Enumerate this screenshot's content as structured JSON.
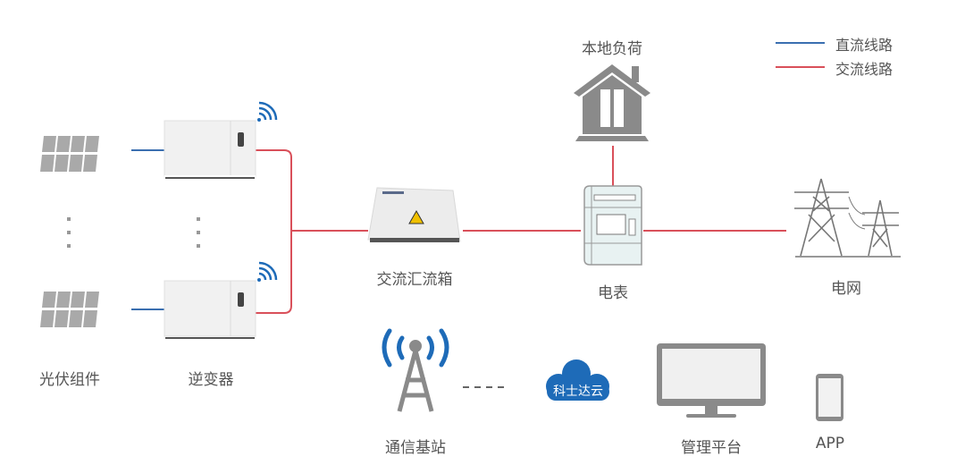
{
  "colors": {
    "dc_line": "#3a6fb0",
    "ac_line": "#d9505a",
    "icon_gray": "#8a8a8a",
    "accent_blue": "#1e6bb8",
    "text": "#555555"
  },
  "legend": {
    "dc_label": "直流线路",
    "ac_label": "交流线路"
  },
  "nodes": {
    "pv": "光伏组件",
    "inverter": "逆变器",
    "ac_combiner": "交流汇流箱",
    "local_load": "本地负荷",
    "meter": "电表",
    "grid": "电网",
    "base_station": "通信基站",
    "cloud": "科士达云",
    "platform": "管理平台",
    "app": "APP"
  },
  "icons": [
    "solar-panel-icon",
    "inverter-icon",
    "wifi-icon",
    "combiner-box-icon",
    "house-icon",
    "meter-icon",
    "power-tower-icon",
    "antenna-icon",
    "cloud-icon",
    "monitor-icon",
    "phone-icon"
  ]
}
